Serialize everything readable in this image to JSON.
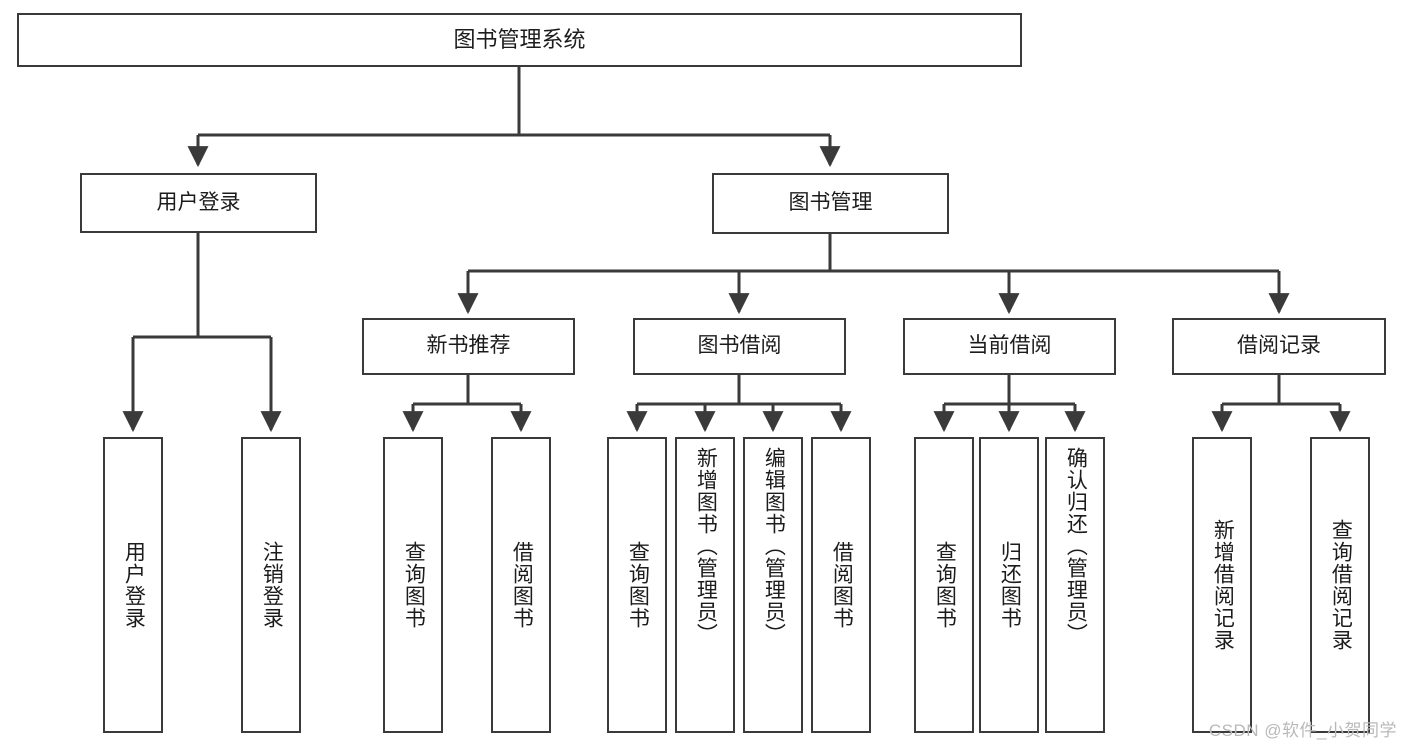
{
  "diagram": {
    "title": "图书管理系统",
    "type": "tree",
    "line_color": "#3a3a3a",
    "box_fill": "#ffffff",
    "text_color": "#1c1c1c",
    "watermark": "CSDN @软件_小贺同学",
    "root": {
      "label": "图书管理系统"
    },
    "level1": [
      {
        "id": "user-login",
        "label": "用户登录"
      },
      {
        "id": "book-manage",
        "label": "图书管理"
      }
    ],
    "level2": [
      {
        "id": "new-book-rec",
        "label": "新书推荐",
        "parent": "book-manage"
      },
      {
        "id": "book-borrow",
        "label": "图书借阅",
        "parent": "book-manage"
      },
      {
        "id": "current-borrow",
        "label": "当前借阅",
        "parent": "book-manage"
      },
      {
        "id": "borrow-record",
        "label": "借阅记录",
        "parent": "book-manage"
      }
    ],
    "leaves": [
      {
        "id": "leaf-user-login",
        "label": "用户登录",
        "parent": "user-login"
      },
      {
        "id": "leaf-logout",
        "label": "注销登录",
        "parent": "user-login"
      },
      {
        "id": "leaf-query-book-1",
        "label": "查询图书",
        "parent": "new-book-rec"
      },
      {
        "id": "leaf-borrow-book-1",
        "label": "借阅图书",
        "parent": "new-book-rec"
      },
      {
        "id": "leaf-query-book-2",
        "label": "查询图书",
        "parent": "book-borrow"
      },
      {
        "id": "leaf-add-book",
        "label": "新增图书（管理员）",
        "parent": "book-borrow"
      },
      {
        "id": "leaf-edit-book",
        "label": "编辑图书（管理员）",
        "parent": "book-borrow"
      },
      {
        "id": "leaf-borrow-book-2",
        "label": "借阅图书",
        "parent": "book-borrow"
      },
      {
        "id": "leaf-query-book-3",
        "label": "查询图书",
        "parent": "current-borrow"
      },
      {
        "id": "leaf-return-book",
        "label": "归还图书",
        "parent": "current-borrow"
      },
      {
        "id": "leaf-confirm-return",
        "label": "确认归还（管理员）",
        "parent": "current-borrow"
      },
      {
        "id": "leaf-add-record",
        "label": "新增借阅记录",
        "parent": "borrow-record"
      },
      {
        "id": "leaf-query-record",
        "label": "查询借阅记录",
        "parent": "borrow-record"
      }
    ]
  }
}
